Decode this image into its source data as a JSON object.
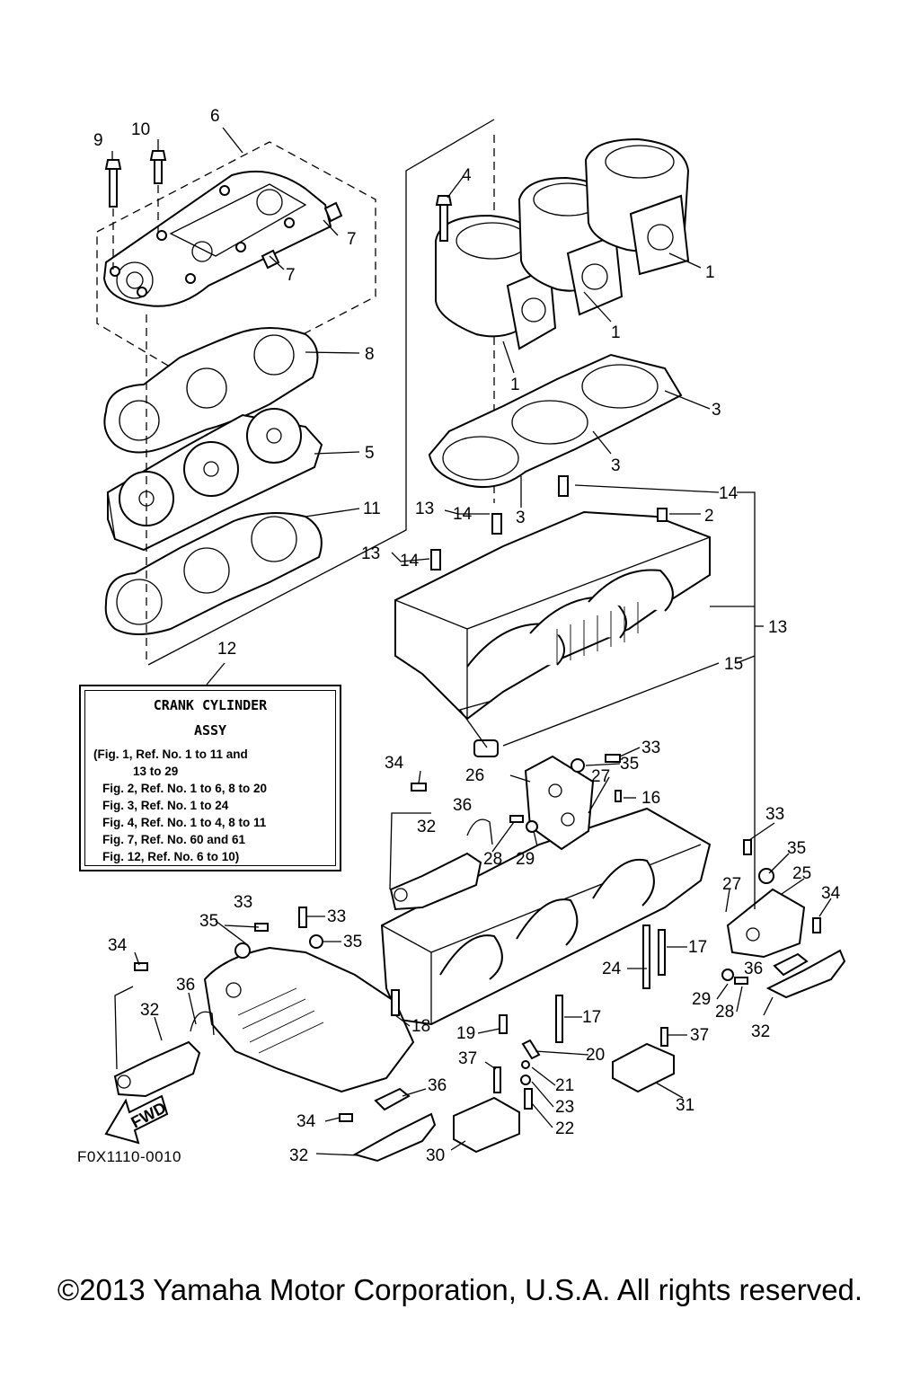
{
  "callouts": {
    "c1a": "1",
    "c1b": "1",
    "c1c": "1",
    "c2": "2",
    "c3a": "3",
    "c3b": "3",
    "c3c": "3",
    "c4": "4",
    "c5": "5",
    "c6": "6",
    "c7a": "7",
    "c7b": "7",
    "c8": "8",
    "c9": "9",
    "c10": "10",
    "c11": "11",
    "c12": "12",
    "c13a": "13",
    "c13b": "13",
    "c13c": "13",
    "c14a": "14",
    "c14b": "14",
    "c14c": "14",
    "c15": "15",
    "c16": "16",
    "c17a": "17",
    "c17b": "17",
    "c18": "18",
    "c19": "19",
    "c20": "20",
    "c21": "21",
    "c22": "22",
    "c23": "23",
    "c24": "24",
    "c25": "25",
    "c26": "26",
    "c27a": "27",
    "c27b": "27",
    "c28a": "28",
    "c28b": "28",
    "c29a": "29",
    "c29b": "29",
    "c30": "30",
    "c31": "31",
    "c32a": "32",
    "c32b": "32",
    "c32c": "32",
    "c32d": "32",
    "c33a": "33",
    "c33b": "33",
    "c33c": "33",
    "c33d": "33",
    "c34a": "34",
    "c34b": "34",
    "c34c": "34",
    "c34d": "34",
    "c35a": "35",
    "c35b": "35",
    "c35c": "35",
    "c35d": "35",
    "c36a": "36",
    "c36b": "36",
    "c36c": "36",
    "c36d": "36",
    "c37a": "37",
    "c37b": "37"
  },
  "fwd_label": "FWD",
  "note": {
    "title1": "CRANK CYLINDER",
    "title2": "ASSY",
    "lines": [
      "(Fig. 1, Ref. No. 1 to 11 and",
      "13 to 29",
      "Fig. 2, Ref. No. 1 to 6, 8 to 20",
      "Fig. 3, Ref. No. 1 to 24",
      "Fig. 4, Ref. No. 1 to 4, 8 to 11",
      "Fig. 7, Ref. No. 60 and 61",
      "Fig. 12, Ref. No. 6 to 10)"
    ]
  },
  "figure_code": "F0X1110-0010",
  "copyright": "©2013 Yamaha Motor Corporation, U.S.A. All rights reserved."
}
